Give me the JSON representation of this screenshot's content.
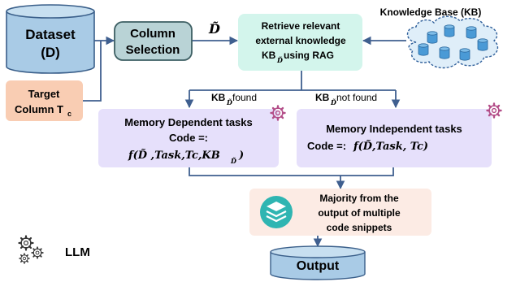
{
  "dataset": {
    "line1": "Dataset",
    "line2": "(D)"
  },
  "target_column": {
    "line1": "Target",
    "line2": "Column T",
    "sub": "c"
  },
  "column_selection": {
    "line1": "Column",
    "line2": "Selection"
  },
  "d_tilde_label": "D̃",
  "retrieve": {
    "line1": "Retrieve relevant",
    "line2": "external knowledge",
    "line3_pre": "KB",
    "line3_sub": "D̃",
    "line3_post": " using RAG"
  },
  "knowledge_base": {
    "label": "Knowledge Base (KB)"
  },
  "branch_found": {
    "pre": "KB",
    "sub": "D̃",
    "post": " found"
  },
  "branch_not_found": {
    "pre": "KB",
    "sub": "D̃",
    "post": " not found"
  },
  "memory_dependent": {
    "title": "Memory Dependent tasks",
    "code_label": "Code =:",
    "formula": "f(D̃ ,Task,Tc,KB",
    "formula_sub": "D̃",
    "formula_end": ")"
  },
  "memory_independent": {
    "title": "Memory Independent tasks",
    "code_label": "Code =:",
    "formula": "f(D̃,Task,  Tc)"
  },
  "majority": {
    "line1": "Majority from the",
    "line2": "output of multiple",
    "line3": "code snippets"
  },
  "output": {
    "label": "Output"
  },
  "legend": {
    "label": "LLM"
  },
  "colors": {
    "dataset_fill": "#a9cbe6",
    "target_fill": "#f9cdb3",
    "column_selection_fill": "#b9d3d6",
    "retrieve_fill": "#d3f5ec",
    "cloud_fill": "#dfeef9",
    "task_fill": "#e6e0fb",
    "majority_fill": "#fcebe4",
    "output_fill": "#a9cbe6",
    "layers_icon": "#2fb5b2",
    "arrow": "#3f5f8f"
  }
}
